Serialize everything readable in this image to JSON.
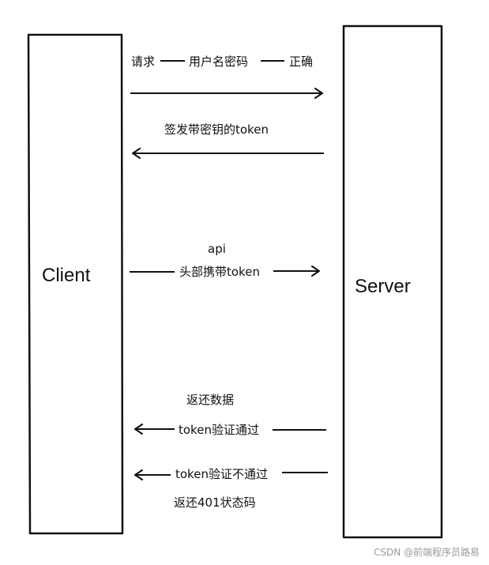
{
  "client": {
    "label": "Client"
  },
  "server": {
    "label": "Server"
  },
  "messages": {
    "login_request": [
      "请求",
      "用户名密码",
      "正确"
    ],
    "token_issue": "签发带密钥的token",
    "api_line1": "api",
    "api_line2": "头部携带token",
    "return_data": "返还数据",
    "token_ok": "token验证通过",
    "token_fail": "token验证不通过",
    "return_401": "返还401状态码"
  },
  "watermark": "CSDN @前端程序员路易"
}
